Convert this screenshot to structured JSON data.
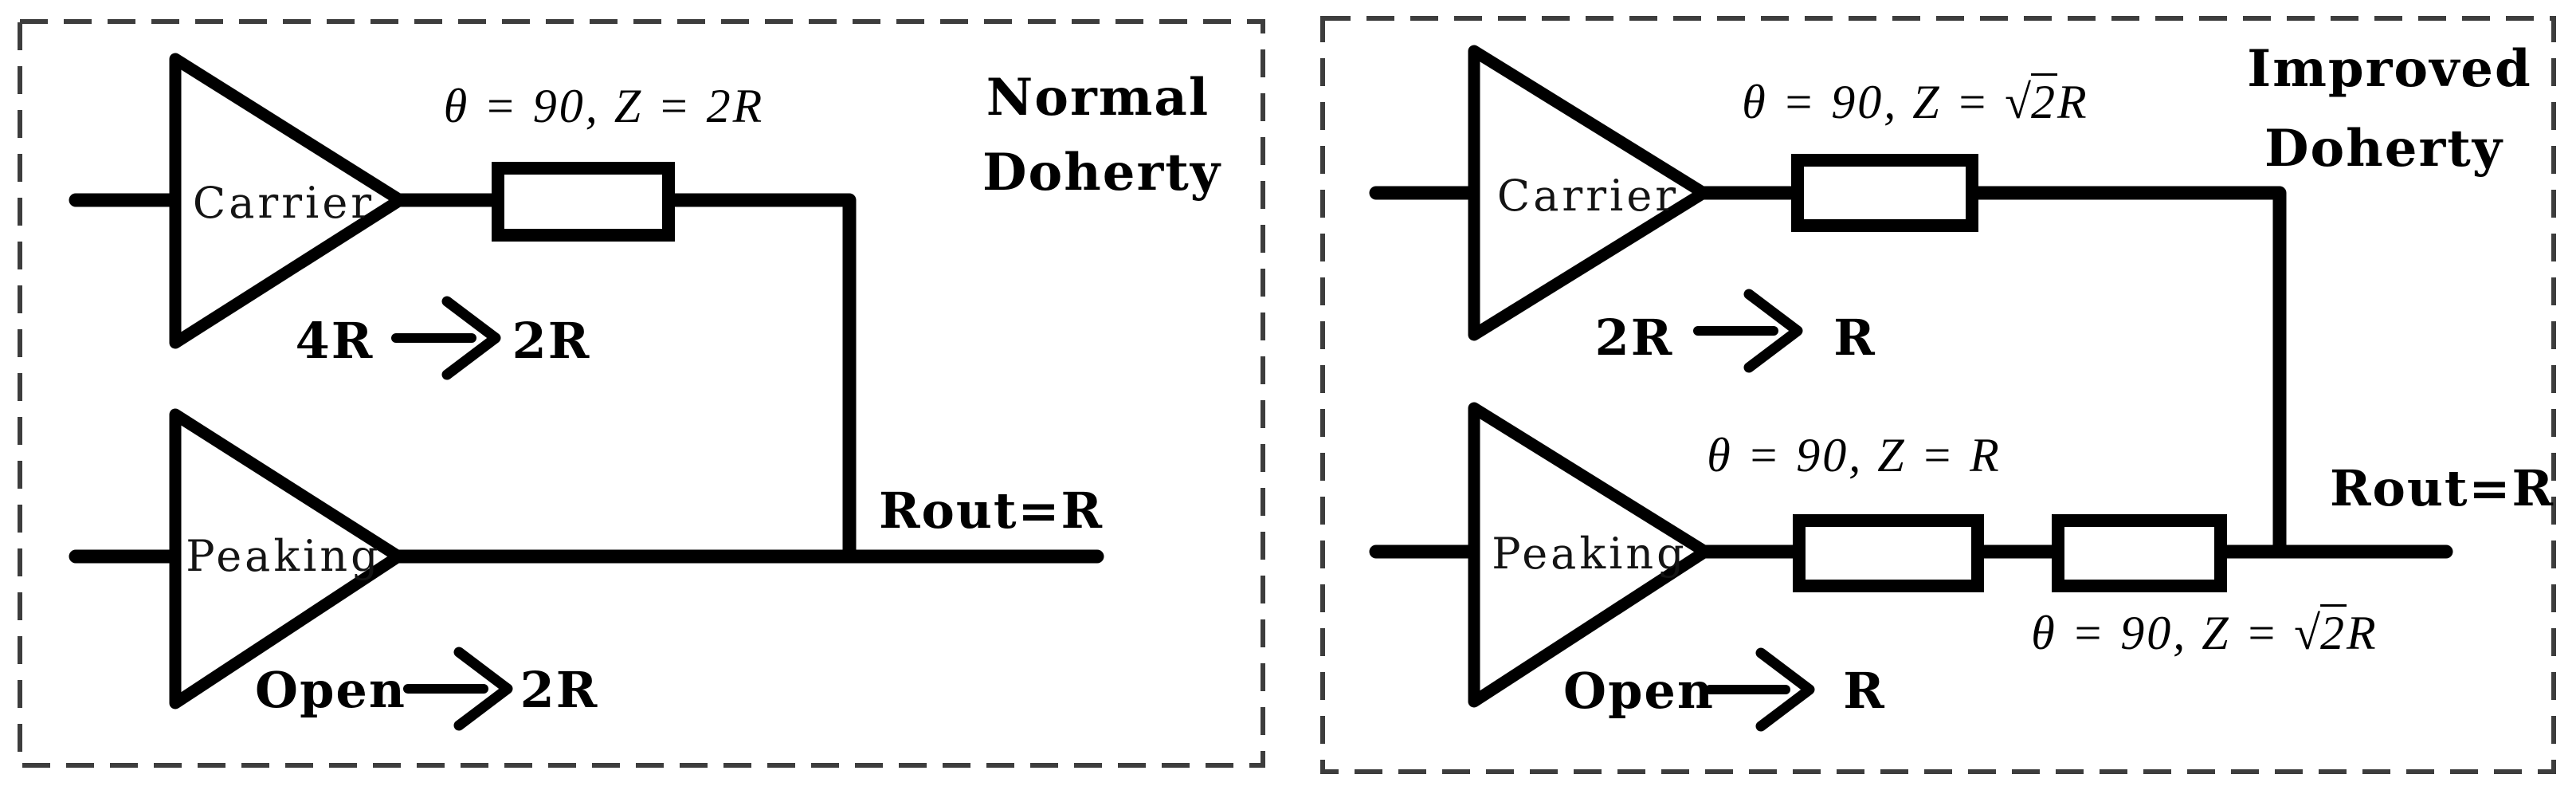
{
  "panels": {
    "normal": {
      "title": [
        "Normal",
        "Doherty"
      ],
      "carrier_label": "Carrier",
      "peaking_label": "Peaking",
      "carrier_tl": {
        "text": "θ = 90, Z = 2R"
      },
      "carrier_match": {
        "from": "4R",
        "to": "2R"
      },
      "peaking_match": {
        "from": "Open",
        "to": "2R"
      },
      "output_label": "Rout=R"
    },
    "improved": {
      "title": [
        "Improved",
        "Doherty"
      ],
      "carrier_label": "Carrier",
      "peaking_label": "Peaking",
      "carrier_tl": {
        "pre": "θ = 90, Z = ",
        "sqrt": "√",
        "radicand": "2",
        "suffix": "R"
      },
      "peaking_tl1": {
        "text": "θ = 90, Z = R"
      },
      "peaking_tl2": {
        "pre": "θ = 90, Z = ",
        "sqrt": "√",
        "radicand": "2",
        "suffix": "R"
      },
      "carrier_match": {
        "from": "2R",
        "to": "R"
      },
      "peaking_match": {
        "from": "Open",
        "to": "R"
      },
      "output_label": "Rout=R"
    }
  }
}
